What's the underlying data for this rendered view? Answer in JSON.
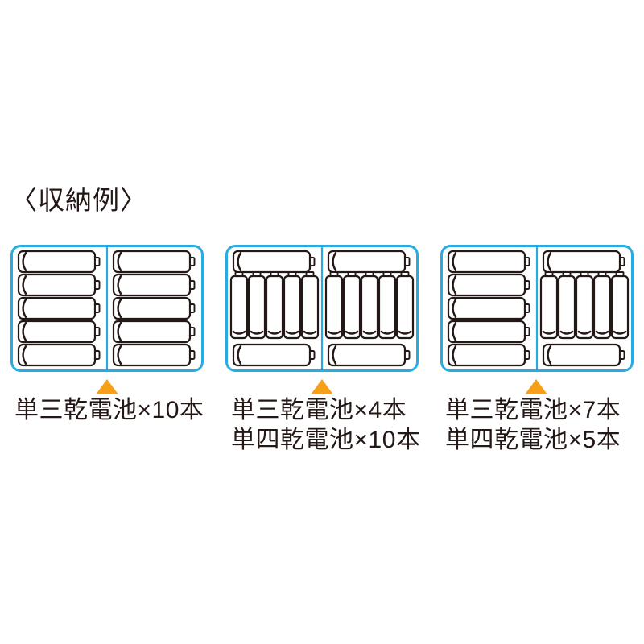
{
  "title": "〈収納例〉",
  "colors": {
    "case_border": "#29abe2",
    "battery_outline": "#231815",
    "arrow": "#f5a018",
    "text": "#231815",
    "background": "#ffffff"
  },
  "units": [
    {
      "name": "case-aa-only",
      "case_layout": {
        "left_half": "aa-horizontal-5",
        "right_half": "aa-horizontal-5"
      },
      "contents": {
        "aa_count": 10,
        "aaa_count": 0
      },
      "caption_lines": [
        "単三乾電池×10本"
      ]
    },
    {
      "name": "case-aa4-aaa10",
      "case_layout": {
        "left_half": "aa-top-bottom-aaa-vertical-5",
        "right_half": "aa-top-bottom-aaa-vertical-5"
      },
      "contents": {
        "aa_count": 4,
        "aaa_count": 10
      },
      "caption_lines": [
        "単三乾電池×4本",
        "単四乾電池×10本"
      ]
    },
    {
      "name": "case-aa7-aaa5",
      "case_layout": {
        "left_half": "aa-horizontal-5",
        "right_half": "aa-top-bottom-aaa-vertical-5"
      },
      "contents": {
        "aa_count": 7,
        "aaa_count": 5
      },
      "caption_lines": [
        "単三乾電池×7本",
        "単四乾電池×5本"
      ]
    }
  ]
}
